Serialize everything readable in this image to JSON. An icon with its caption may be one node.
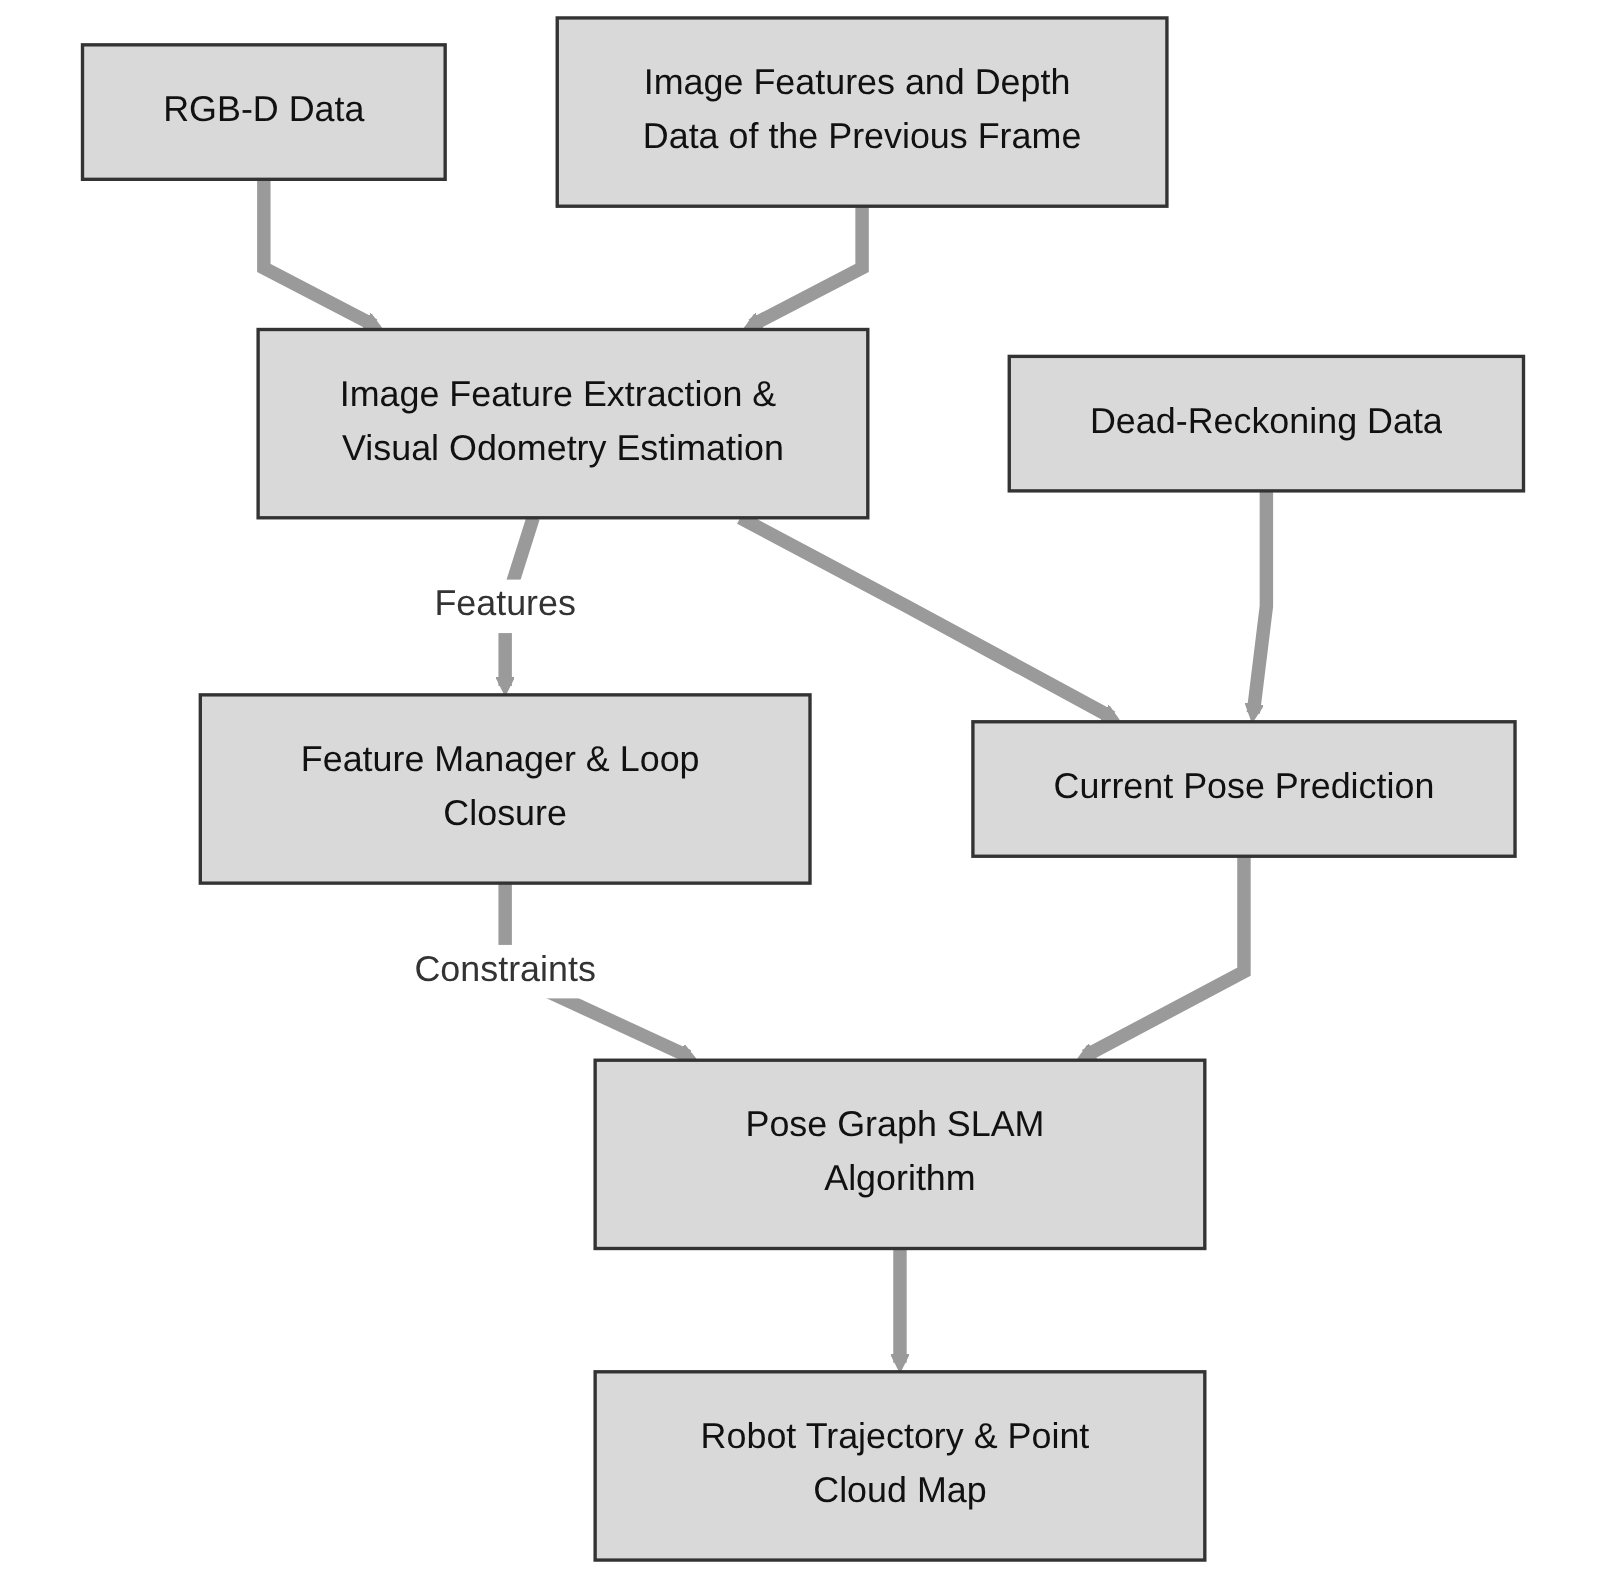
{
  "diagram": {
    "nodes": [
      {
        "text": [
          "RGB-D Data"
        ]
      },
      {
        "text": [
          "Image Features and Depth Data of the Previous Frame"
        ]
      },
      {
        "text": [
          "Image Feature Extraction & Visual Odometry Estimation"
        ]
      },
      {
        "text": [
          "Dead-Reckoning Data"
        ]
      },
      {
        "text": [
          "Current Pose Prediction"
        ]
      },
      {
        "text": [
          "Feature Manager & Loop Closure"
        ]
      },
      {
        "text": [
          "Pose Graph SLAM Algorithm"
        ]
      },
      {
        "text": [
          "Robot Trajectory & Point Cloud Map"
        ]
      }
    ],
    "edges": [
      {
        "from": 0,
        "to": 2,
        "arrow": "to"
      },
      {
        "from": 1,
        "to": 2,
        "arrow": "to"
      },
      {
        "from": 2,
        "to": 5,
        "arrow": "to",
        "label": "Features"
      },
      {
        "from": 2,
        "to": 4,
        "arrow": "to"
      },
      {
        "from": 3,
        "to": 4,
        "arrow": "to"
      },
      {
        "from": 5,
        "to": 6,
        "arrow": "to",
        "label": "Constraints"
      },
      {
        "from": 4,
        "to": 6,
        "arrow": "to"
      },
      {
        "from": 6,
        "to": 7,
        "arrow": "to"
      }
    ]
  }
}
